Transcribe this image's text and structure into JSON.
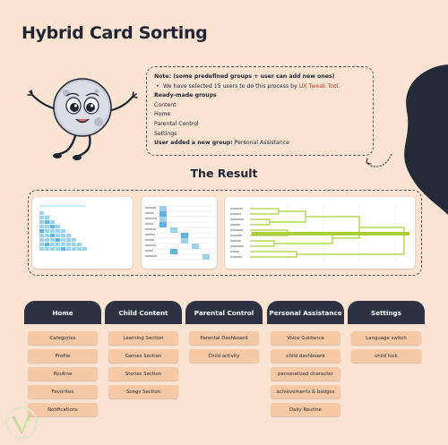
{
  "title": "Hybrid Card Sorting",
  "note": {
    "line1": "Note: (some predefined groups + user can add new ones)",
    "bullet_text": "We have selected 15 users to do this process by ",
    "bullet_link": "UX Tweak Tool.",
    "groups_heading": "Ready-made groups",
    "groups": [
      "Content",
      "Home",
      "Parental Control",
      "Settings"
    ],
    "user_added_label": "User added a new group:",
    "user_added_value": "Personal Assistance"
  },
  "result_title": "The Result",
  "columns": [
    {
      "header": "Home",
      "items": [
        "Categories",
        "Profile",
        "Routine",
        "Favorites",
        "Notifications"
      ]
    },
    {
      "header": "Child Content",
      "items": [
        "Learning Section",
        "Games Section",
        "Stories Section",
        "Songs Section"
      ]
    },
    {
      "header": "Parental Control",
      "items": [
        "Parental Dashboard",
        "Child activity"
      ]
    },
    {
      "header": "Personal Assistance",
      "items": [
        "Voice Guidance",
        "child dashboard",
        "personalized character",
        "achievements & badges",
        "Daily Routine"
      ]
    },
    {
      "header": "Settings",
      "items": [
        "Language switch",
        "child lock"
      ]
    }
  ],
  "colors": {
    "background": "#fbe3d2",
    "header_dark": "#2b3342",
    "card": "#f6c9a6",
    "link": "#c0392b",
    "dendrogram": "#a6cf3a",
    "matrix_blue": "#9fd0ea"
  },
  "icons": [
    "moon-mascot-icon",
    "curved-arrow-icon",
    "dark-blob-decoration",
    "leaf-logo-icon"
  ]
}
